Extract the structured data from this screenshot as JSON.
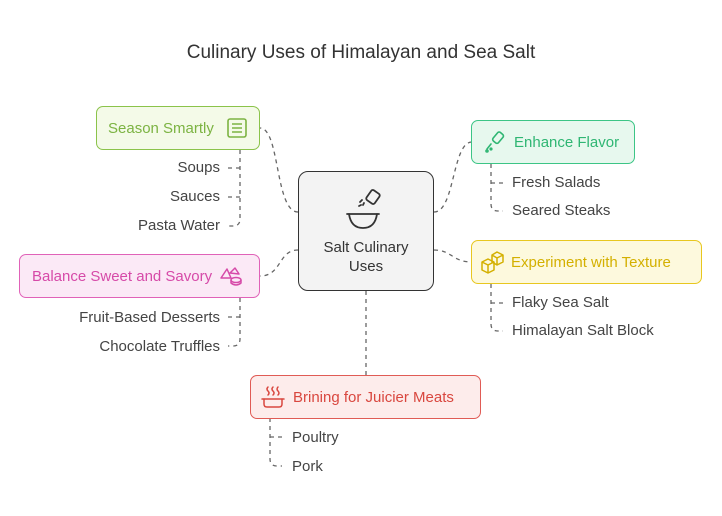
{
  "title": "Culinary Uses of Himalayan and Sea Salt",
  "center": {
    "label": "Salt Culinary Uses",
    "icon": "salt-shaker-bowl-icon"
  },
  "colors": {
    "green": "#8bc34a",
    "green_bg": "#f4fae8",
    "teal": "#3cc586",
    "teal_bg": "#e7f8ee",
    "pink": "#e062b8",
    "pink_bg": "#fbe9f6",
    "yellow": "#e8c71f",
    "yellow_bg": "#fdf9dd",
    "red": "#e05b55",
    "red_bg": "#fdeceb"
  },
  "branches": {
    "season": {
      "label": "Season Smartly",
      "icon": "notepad-list-icon",
      "items": [
        "Soups",
        "Sauces",
        "Pasta Water"
      ]
    },
    "enhance": {
      "label": "Enhance Flavor",
      "icon": "salt-shaker-icon",
      "items": [
        "Fresh Salads",
        "Seared Steaks"
      ]
    },
    "balance": {
      "label": "Balance Sweet and Savory",
      "icon": "dessert-icon",
      "items": [
        "Fruit-Based Desserts",
        "Chocolate Truffles"
      ]
    },
    "texture": {
      "label": "Experiment with Texture",
      "icon": "cubes-icon",
      "items": [
        "Flaky Sea Salt",
        "Himalayan Salt Block"
      ]
    },
    "brining": {
      "label": "Brining for Juicier Meats",
      "icon": "steaming-pot-icon",
      "items": [
        "Poultry",
        "Pork"
      ]
    }
  }
}
